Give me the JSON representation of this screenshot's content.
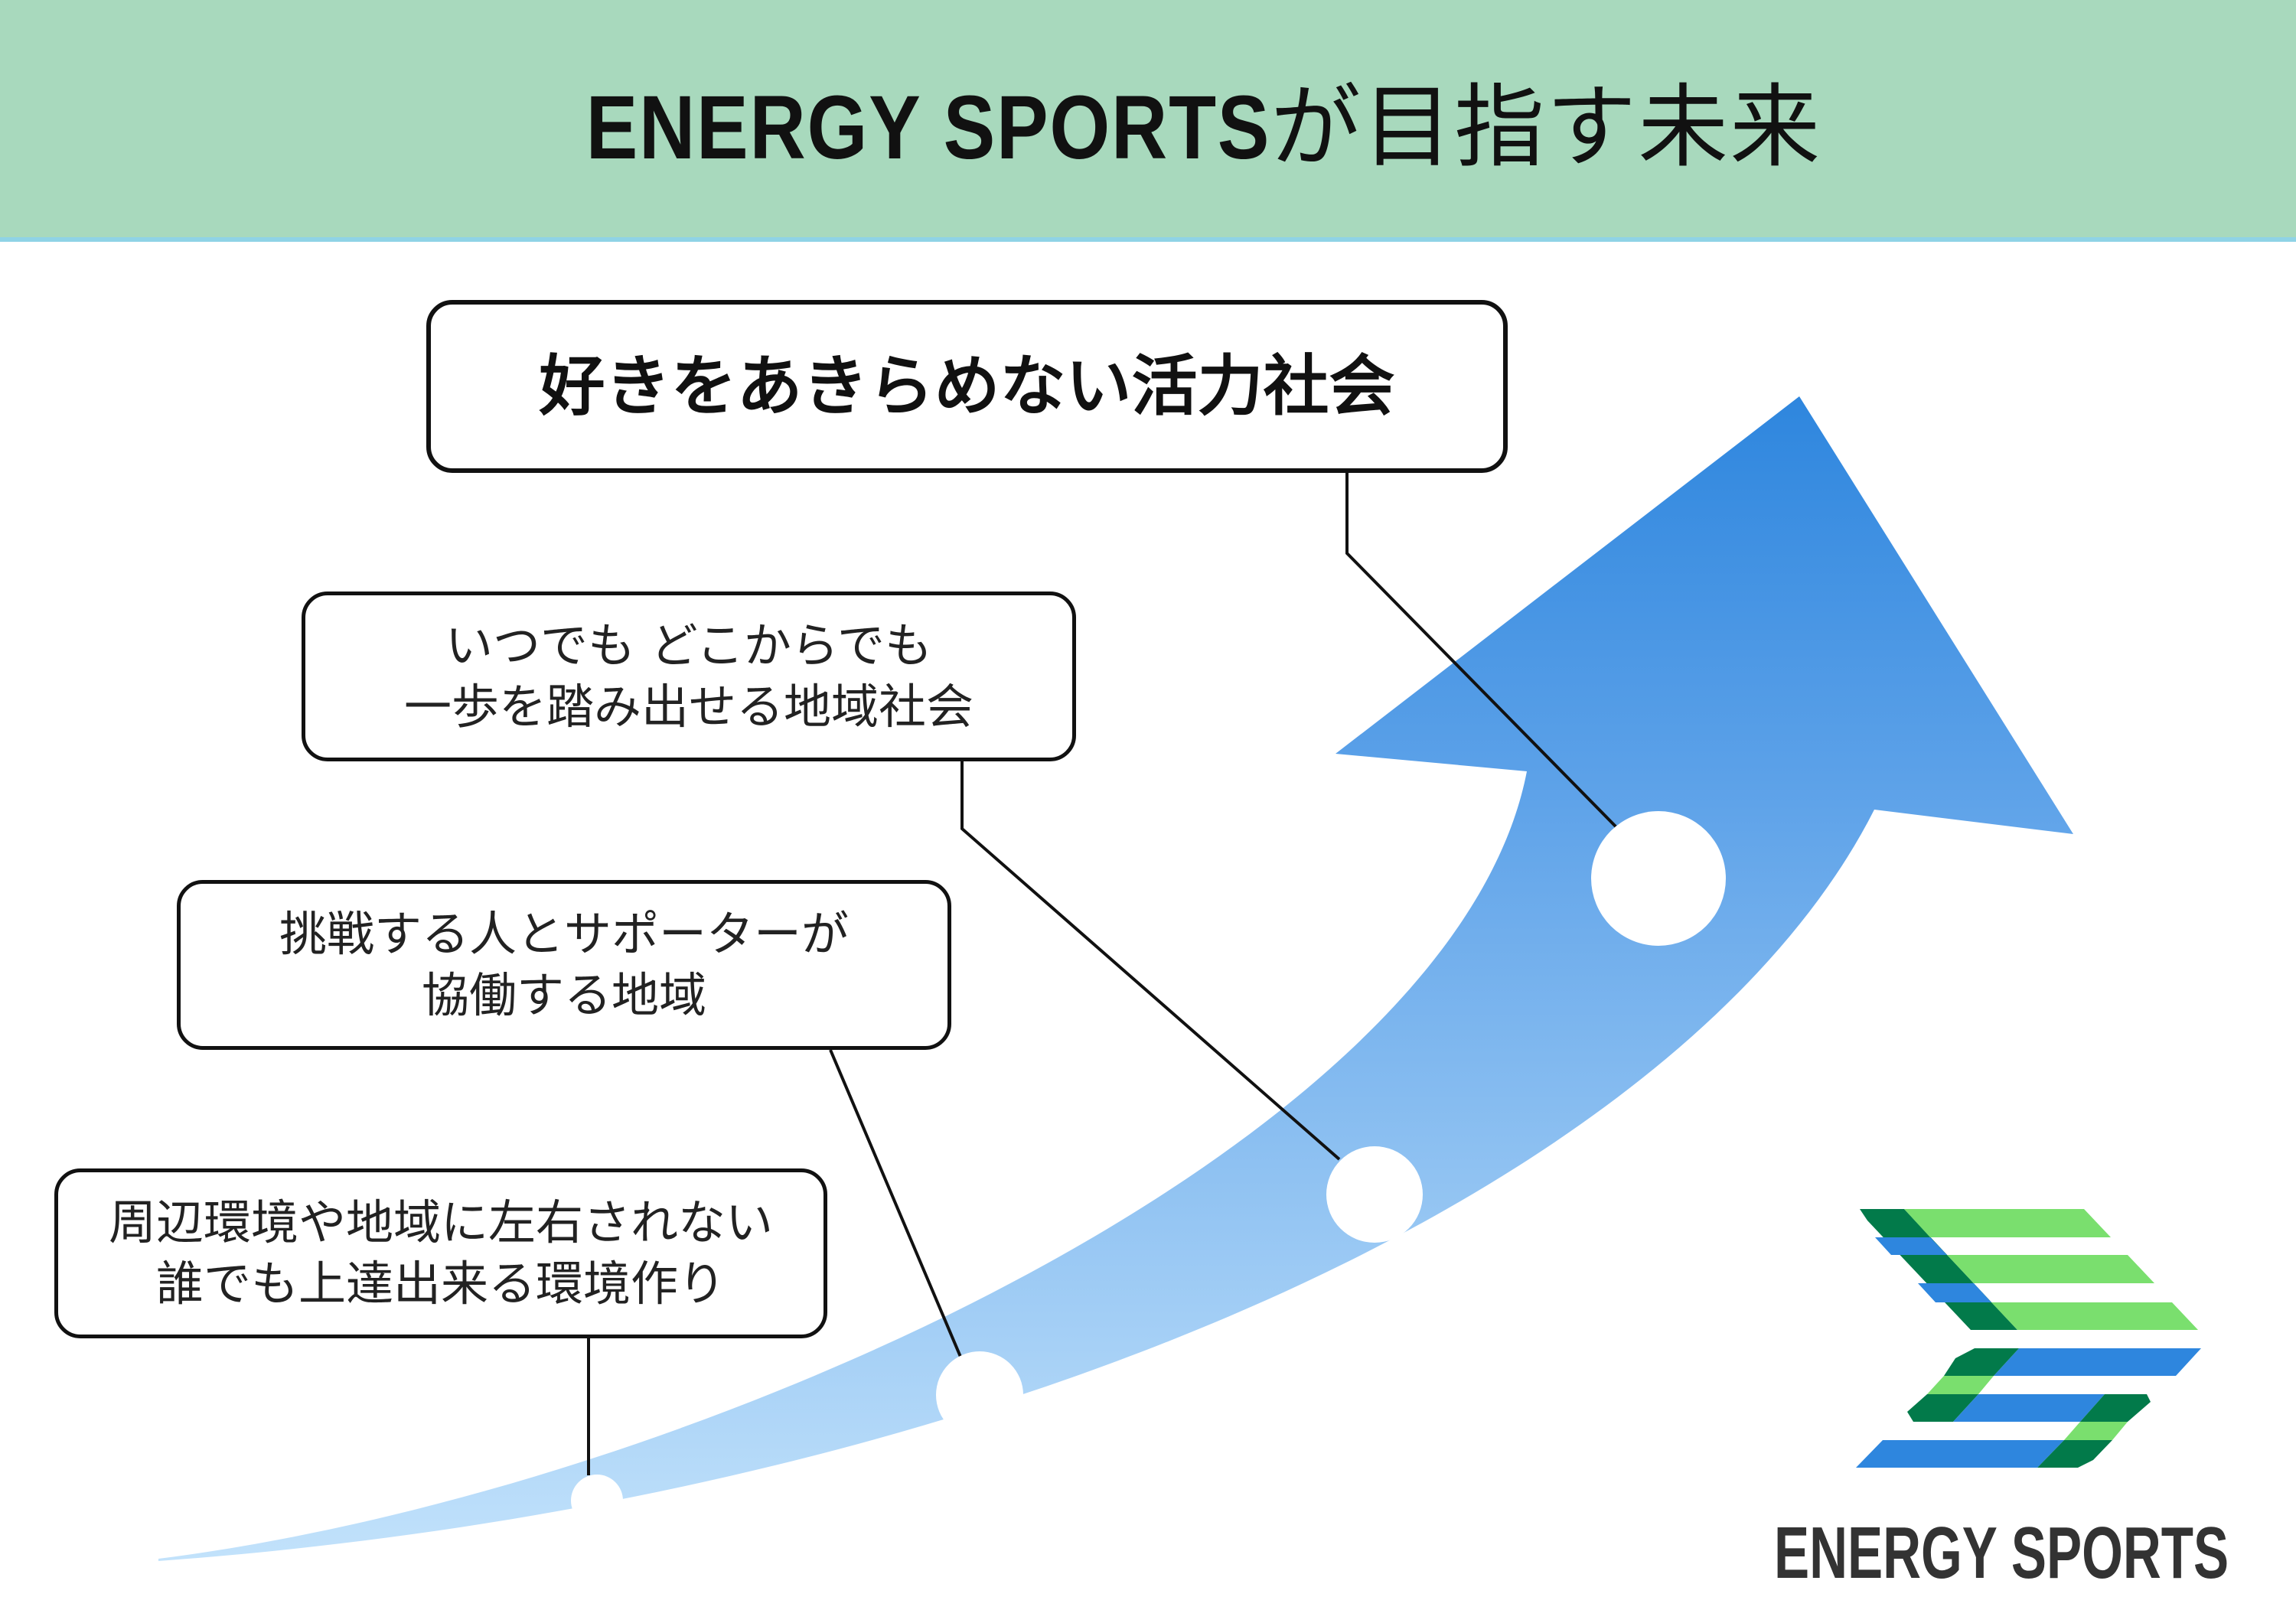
{
  "header": {
    "title_en": "ENERGY SPORTS",
    "title_ja": "が目指す未来"
  },
  "goals": [
    {
      "lines": [
        "好きをあきらめない活力社会"
      ]
    },
    {
      "lines": [
        "いつでも どこからでも",
        "一歩を踏み出せる地域社会"
      ]
    },
    {
      "lines": [
        "挑戦する人とサポーターが",
        "協働する地域"
      ]
    },
    {
      "lines": [
        "周辺環境や地域に左右されない",
        "誰でも上達出来る環境作り"
      ]
    }
  ],
  "logo": {
    "text": "ENERGY SPORTS"
  },
  "colors": {
    "header_bg": "#a8d9bd",
    "arrow_top": "#2e86de",
    "arrow_bottom": "#bfe1fb",
    "logo_dark_green": "#027a4a",
    "logo_light_green": "#7adf6e",
    "logo_blue": "#2e86de"
  }
}
